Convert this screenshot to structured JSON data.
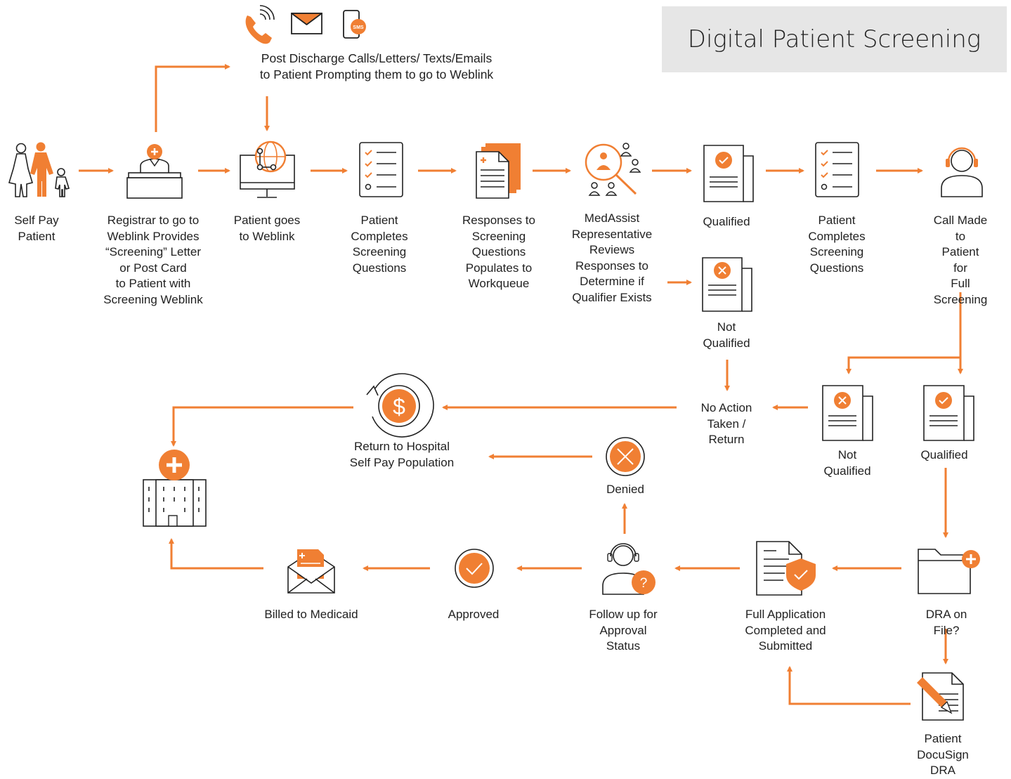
{
  "title": "Digital Patient Screening",
  "colors": {
    "accent": "#f07f33",
    "stroke": "#222222",
    "title_bg": "#e6e6e6"
  },
  "top_note": "Post Discharge Calls/Letters/ Texts/Emails\nto Patient Prompting them to go to Weblink",
  "top_icons": {
    "phone": "phone-icon",
    "mail": "envelope-icon",
    "sms": "sms-phone-icon"
  },
  "steps": {
    "self_pay": "Self Pay\nPatient",
    "registrar": "Registrar to go to\nWeblink Provides\n“Screening” Letter\nor Post Card\nto Patient with\nScreening Weblink",
    "goes_weblink": "Patient goes\nto Weblink",
    "completes_1": "Patient\nCompletes\nScreening\nQuestions",
    "responses": "Responses to\nScreening\nQuestions\nPopulates to\nWorkqueue",
    "medassist": "MedAssist\nRepresentative\nReviews\nResponses to\nDetermine if\nQualifier Exists",
    "qualified_1": "Qualified",
    "completes_2": "Patient\nCompletes\nScreening\nQuestions",
    "call_made": "Call Made to\nPatient for\nFull\nScreening",
    "not_qualified_1": "Not\nQualified",
    "no_action": "No Action\nTaken /\nReturn",
    "not_qualified_2": "Not\nQualified",
    "qualified_2": "Qualified",
    "return_hospital": "Return to Hospital\nSelf Pay Population",
    "denied": "Denied",
    "dra": "DRA on File?",
    "full_app": "Full Application\nCompleted and\nSubmitted",
    "follow_up": "Follow up for\nApproval\nStatus",
    "approved": "Approved",
    "billed": "Billed to Medicaid",
    "docusign": "Patient\nDocuSign DRA"
  },
  "badges": {
    "sms": "SMS",
    "question": "?",
    "dollar": "$"
  }
}
